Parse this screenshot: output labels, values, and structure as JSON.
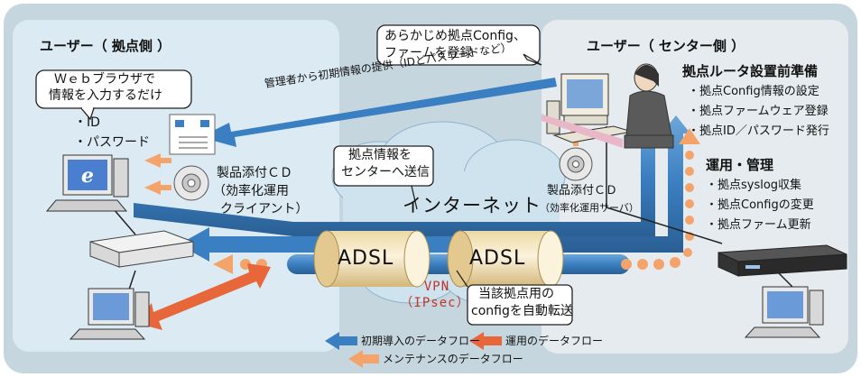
{
  "left_zone": {
    "title": "ユーザー（ 拠点側 ）",
    "callout": [
      "Ｗｅｂブラウザで",
      "情報を入力するだけ"
    ],
    "items": [
      "・ID",
      "・パスワード"
    ],
    "cd_label": [
      "製品添付ＣＤ",
      "（効率化運用",
      "クライアント）"
    ]
  },
  "right_zone": {
    "title": "ユーザー（ センター側 ）",
    "callout": [
      "あらかじめ拠点Config、",
      "ファームを登録"
    ],
    "prep_title": "拠点ルータ設置前準備",
    "prep_items": [
      "・拠点Config情報の設定",
      "・拠点ファームウェア登録",
      "・拠点ID／パスワード発行"
    ],
    "ops_title": "運用・管理",
    "ops_items": [
      "・拠点syslog収集",
      "・拠点Configの変更",
      "・拠点ファーム更新"
    ],
    "cd_label": [
      "製品添付ＣＤ",
      "（効率化運用サーバ）"
    ]
  },
  "middle": {
    "admin_flow": "管理者から初期情報の提供（IDとパスワードなど）",
    "send_box": [
      "拠点情報を",
      "センターへ送信"
    ],
    "internet": "インターネット",
    "adsl_left": "ADSL",
    "adsl_right": "ADSL",
    "vpn": [
      "VPN",
      "（IPsec）"
    ],
    "auto_box": [
      "当該拠点用の",
      "configを自動転送"
    ]
  },
  "legend": {
    "initial": "初期導入のデータフロー",
    "operation": "運用のデータフロー",
    "maintenance": "メンテナンスのデータフロー"
  },
  "colors": {
    "initial_flow": "#3a7fc1",
    "operation_flow": "#e8673a",
    "maintenance_flow": "#f4a46a",
    "left_zone_bg": "#dcebf3",
    "right_zone_bg": "#e5ebee",
    "outer_bg": "#c6d6df",
    "cloud": "#cfe3ef"
  }
}
